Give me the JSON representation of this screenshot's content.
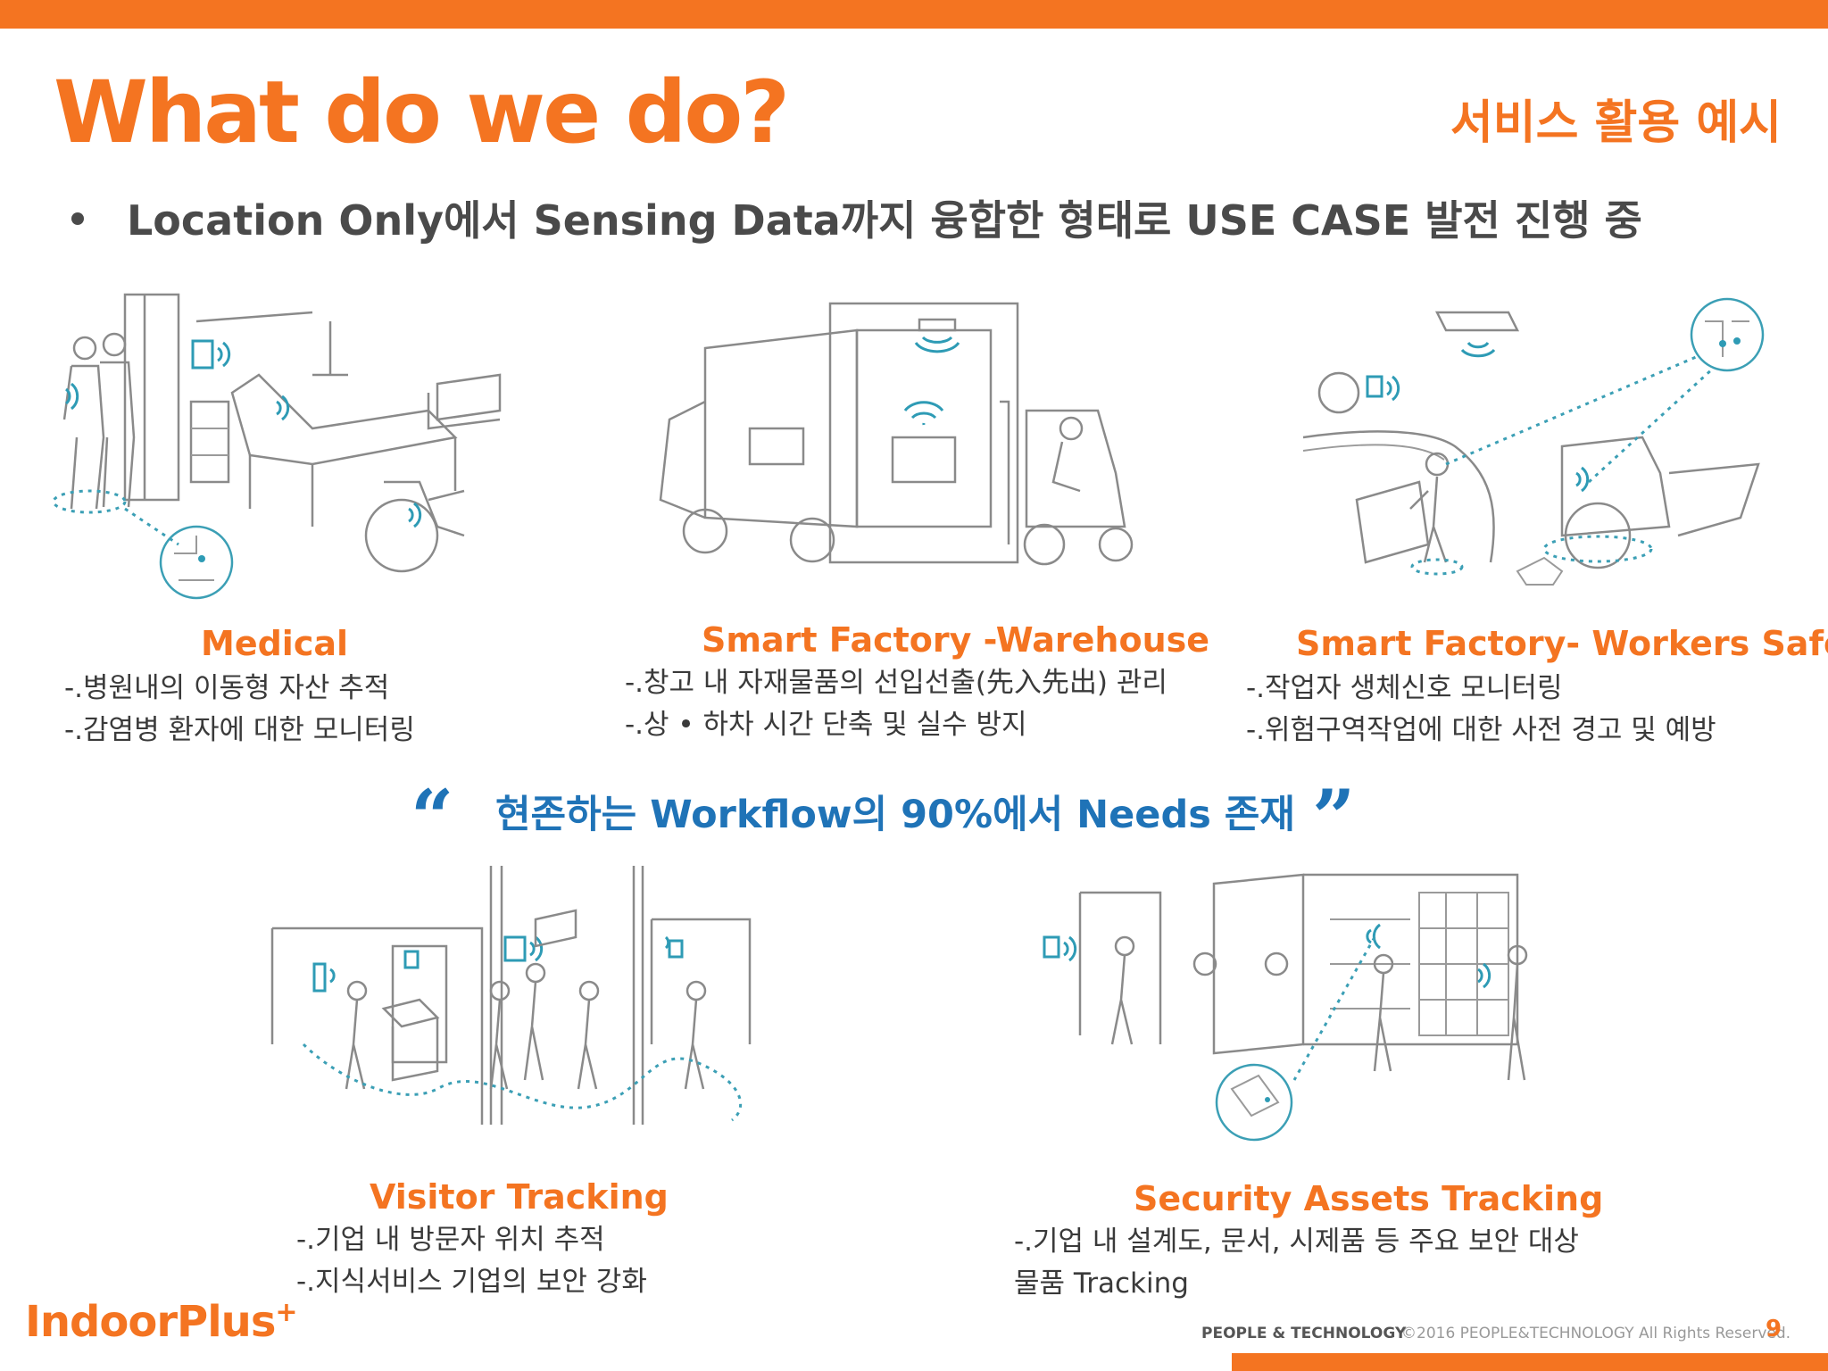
{
  "header": {
    "title": "What do we do?",
    "section_kr": "서비스 활용 예시",
    "bullet": "Location Only에서 Sensing Data까지 융합한 형태로 USE CASE 발전 진행 중"
  },
  "cases": {
    "medical": {
      "title": "Medical",
      "lines": [
        "-.병원내의 이동형 자산 추적",
        "-.감염병 환자에 대한 모니터링"
      ]
    },
    "warehouse": {
      "title": "Smart Factory -Warehouse",
      "lines": [
        "-.창고 내 자재물품의 선입선출(先入先出) 관리",
        "-.상 • 하차 시간 단축 및 실수 방지"
      ]
    },
    "workers": {
      "title": "Smart Factory- Workers Safety",
      "lines": [
        "-.작업자 생체신호 모니터링",
        "-.위험구역작업에 대한 사전 경고 및 예방"
      ]
    },
    "visitor": {
      "title": "Visitor Tracking",
      "lines": [
        "-.기업 내 방문자 위치 추적",
        "-.지식서비스 기업의 보안 강화"
      ]
    },
    "security": {
      "title": "Security Assets Tracking",
      "lines": [
        "-.기업 내 설계도, 문서, 시제품 등 주요 보안 대상",
        "물품 Tracking"
      ]
    }
  },
  "quote": {
    "open": "“",
    "text": "현존하는 Workflow의 90%에서  Needs 존재",
    "close": "”"
  },
  "footer": {
    "logo": "IndoorPlus",
    "logo_sup": "+",
    "brand": "PEOPLE & TECHNOLOGY",
    "copyright": "©2016 PEOPLE&TECHNOLOGY  All Rights Reserved.",
    "page": "9"
  },
  "colors": {
    "accent": "#f47421",
    "quote_blue": "#1f73b7",
    "signal": "#2e9bb5"
  }
}
